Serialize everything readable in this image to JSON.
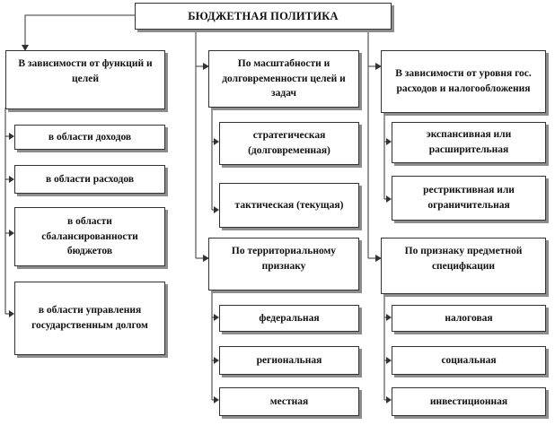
{
  "title": "БЮДЖЕТНАЯ ПОЛИТИКА",
  "groups": {
    "functions": {
      "header": "В зависимости от функций и целей",
      "items": [
        "в области доходов",
        "в области расходов",
        "в области сбалансированности бюджетов",
        "в области управления государственным долгом"
      ]
    },
    "scale": {
      "header": "По масштабности и долговременности целей и задач",
      "items": [
        "стратегическая (долговременная)",
        "тактическая (текущая)"
      ]
    },
    "territorial": {
      "header": "По территориальному признаку",
      "items": [
        "федеральная",
        "региональная",
        "местная"
      ]
    },
    "taxlevel": {
      "header": "В зависимости от уровня гос. расходов и налогообложения",
      "items": [
        "экспансивная или расширительная",
        "рестриктивная или ограничительная"
      ]
    },
    "subject": {
      "header": "По признаку предметной специфкации",
      "items": [
        "налоговая",
        "социальная",
        "инвестиционная"
      ]
    }
  },
  "colors": {
    "border": "#333333",
    "shadow": "#8c8c8c",
    "text": "#111111"
  }
}
